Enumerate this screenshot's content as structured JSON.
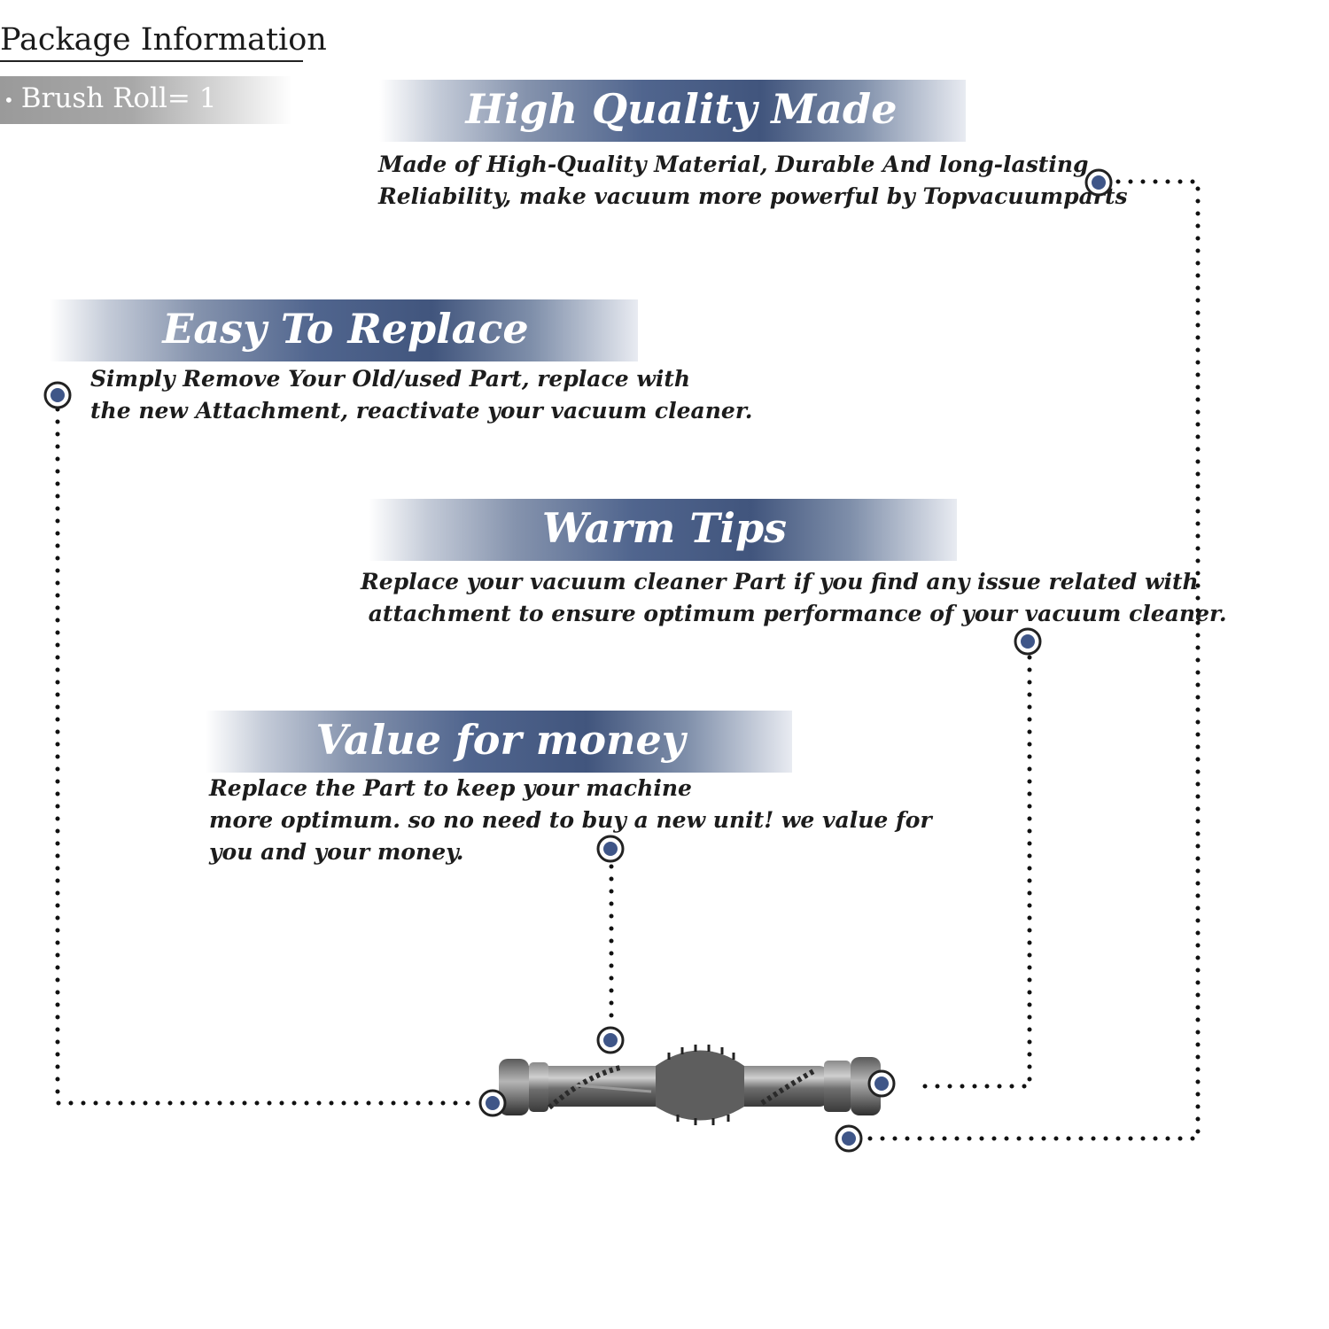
{
  "package": {
    "title": "Package Information",
    "bullet": "•",
    "item": "Brush Roll= 1"
  },
  "sections": [
    {
      "heading": "High Quality Made",
      "lines": [
        "Made of  High-Quality Material, Durable And long-lasting",
        "Reliability, make vacuum more powerful by Topvacuumparts"
      ]
    },
    {
      "heading": "Easy To Replace",
      "lines": [
        "Simply Remove Your Old/used Part, replace with",
        "the new Attachment, reactivate your vacuum cleaner."
      ]
    },
    {
      "heading": "Warm Tips",
      "lines": [
        "Replace your vacuum cleaner Part if you find any issue related with",
        " attachment to ensure optimum performance of your vacuum cleaner."
      ]
    },
    {
      "heading": "Value for money",
      "lines": [
        "Replace the Part to keep your machine",
        "more optimum. so no need to buy a new unit! we value for",
        "you and your money."
      ]
    }
  ],
  "colors": {
    "banner_dark": "#41557d",
    "marker_fill": "#3f5688",
    "dotted_line": "#111111"
  },
  "icons": [
    "target-marker-icon",
    "brush-roll-image"
  ]
}
